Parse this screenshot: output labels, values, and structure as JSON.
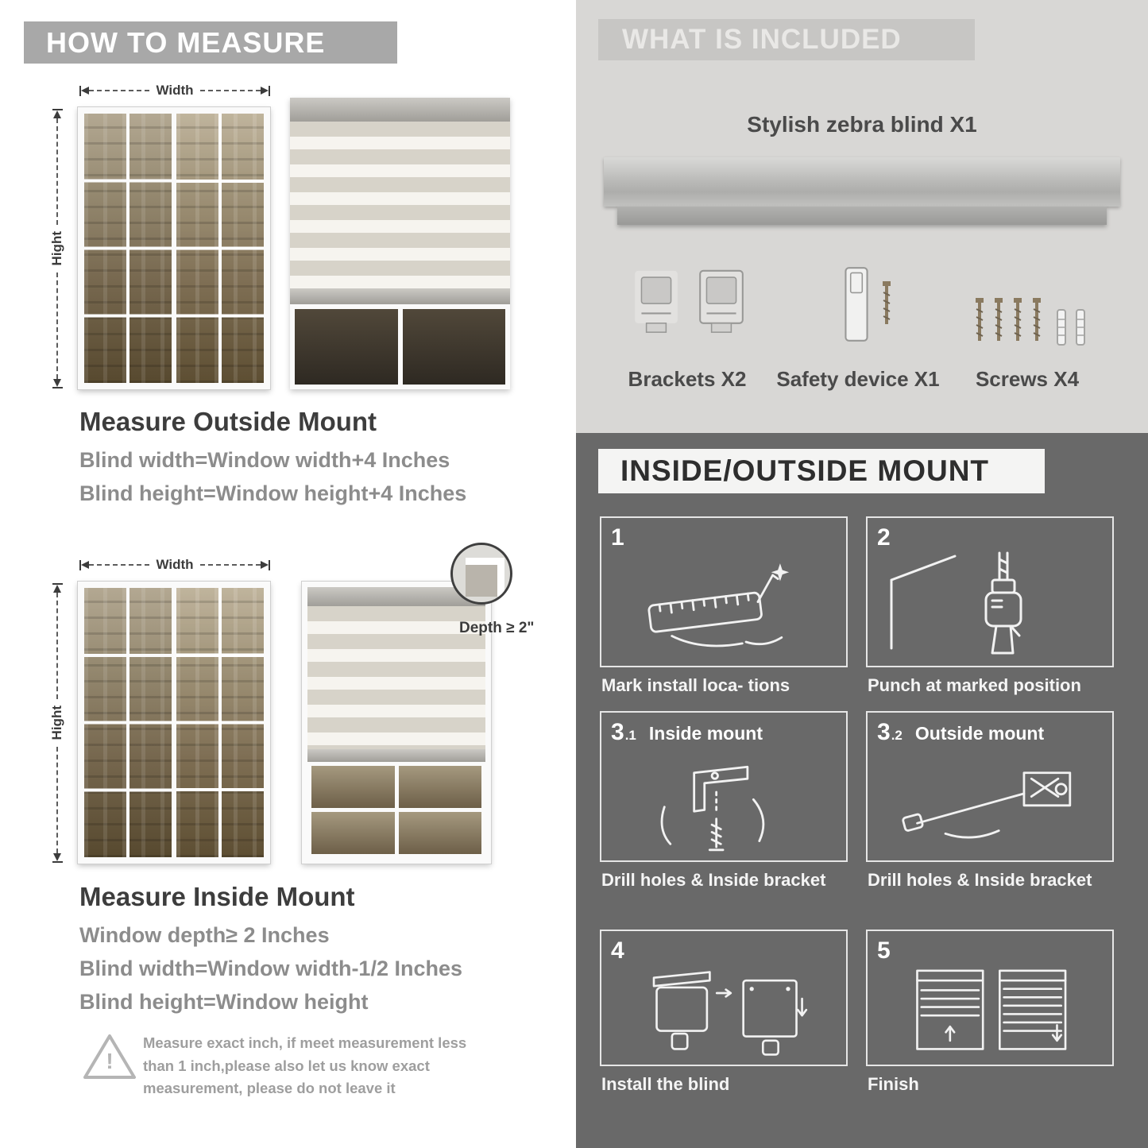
{
  "colors": {
    "header_bar": "#a8a8a8",
    "included_bg": "#d8d7d5",
    "included_band": "#c7c6c4",
    "mount_bg": "#696969"
  },
  "left": {
    "header": "HOW TO MEASURE",
    "outside": {
      "width_label": "Width",
      "height_label": "Hight",
      "title": "Measure Outside Mount",
      "line1": "Blind width=Window width+4 Inches",
      "line2": "Blind height=Window height+4 Inches"
    },
    "inside": {
      "width_label": "Width",
      "height_label": "Hight",
      "depth_label": "Depth ≥ 2\"",
      "title": "Measure Inside Mount",
      "line1": "Window depth≥ 2 Inches",
      "line2": "Blind width=Window width-1/2 Inches",
      "line3": "Blind height=Window height"
    },
    "warning": {
      "mark": "!",
      "text": "Measure exact inch, if meet measurement less than 1 inch,please also let us know exact measurement, please do not leave it"
    }
  },
  "right": {
    "included": {
      "header": "WHAT IS INCLUDED",
      "blind_label": "Stylish zebra blind X1",
      "items": [
        {
          "label": "Brackets X2"
        },
        {
          "label": "Safety device X1"
        },
        {
          "label": "Screws X4"
        }
      ]
    },
    "mount": {
      "header": "INSIDE/OUTSIDE MOUNT",
      "steps": [
        {
          "num": "1",
          "subnum": "",
          "title": "",
          "caption": "Mark install loca- tions"
        },
        {
          "num": "2",
          "subnum": "",
          "title": "",
          "caption": "Punch at  marked position"
        },
        {
          "num": "3",
          "subnum": ".1",
          "title": "Inside mount",
          "caption": "Drill holes &  Inside bracket"
        },
        {
          "num": "3",
          "subnum": ".2",
          "title": "Outside mount",
          "caption": "Drill holes &  Inside bracket"
        },
        {
          "num": "4",
          "subnum": "",
          "title": "",
          "caption": "Install the blind"
        },
        {
          "num": "5",
          "subnum": "",
          "title": "",
          "caption": "Finish"
        }
      ]
    }
  }
}
